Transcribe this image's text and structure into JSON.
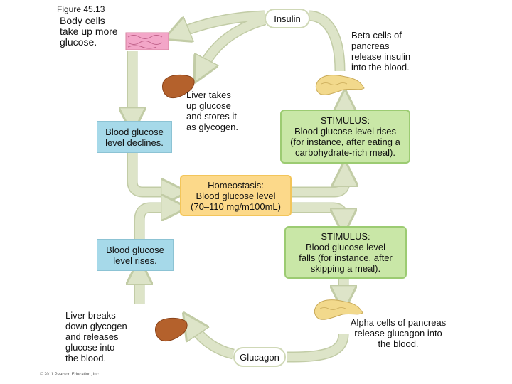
{
  "figure_label": "Figure 45.13",
  "top_loop": {
    "body_cells_text": "Body cells\ntake up more\nglucose.",
    "insulin_label": "Insulin",
    "beta_cells_text": "Beta cells of\npancreas\nrelease insulin\ninto the blood.",
    "liver_text": "Liver takes\nup glucose\nand stores it\nas glycogen.",
    "declines_text": "Blood glucose\nlevel declines.",
    "stimulus_text": "STIMULUS:\nBlood glucose level rises\n(for instance, after eating a\ncarbohydrate-rich meal)."
  },
  "homeostasis_text": "Homeostasis:\nBlood glucose level\n(70–110 mg/m100mL)",
  "bottom_loop": {
    "stimulus_text": "STIMULUS:\nBlood glucose level\nfalls (for instance, after\nskipping a meal).",
    "rises_text": "Blood glucose\nlevel rises.",
    "liver_text": "Liver breaks\ndown glycogen\nand releases\nglucose into\nthe blood.",
    "alpha_cells_text": "Alpha cells of pancreas\nrelease glucagon into\nthe blood.",
    "glucagon_label": "Glucagon"
  },
  "copyright": "© 2011 Pearson Education, Inc.",
  "colors": {
    "arrow": "#dde4c8",
    "arrow_edge": "#c2cca6",
    "blue_box": "#a6d9e9",
    "green_box": "#c9e7a7",
    "yellow_box": "#fcd98a",
    "liver": "#b4612c",
    "pancreas": "#f2d98c",
    "cells": "#f3a6c8"
  },
  "icons": [
    "cells-image",
    "liver-icon",
    "pancreas-icon"
  ]
}
